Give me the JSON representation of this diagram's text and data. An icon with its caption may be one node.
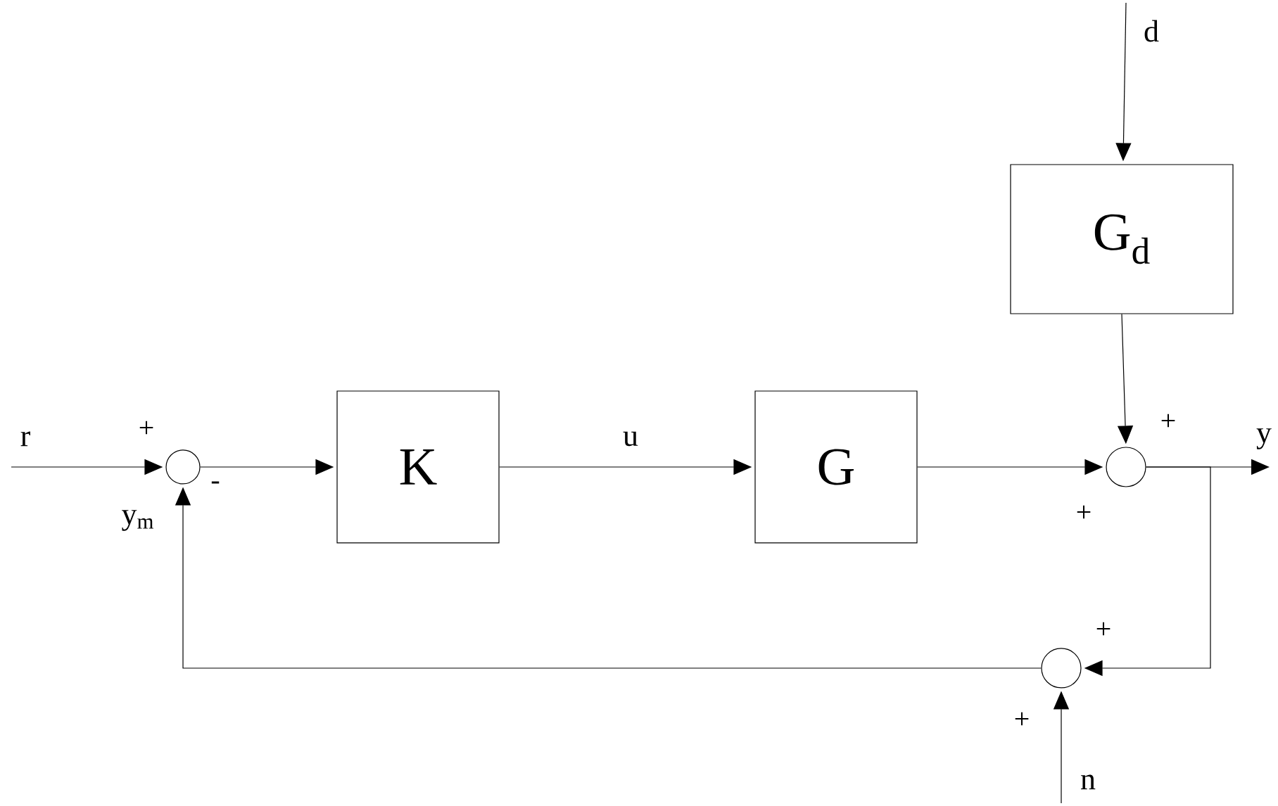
{
  "diagram": {
    "nodes": [
      {
        "text": [
          "K"
        ]
      },
      {
        "text": [
          "G"
        ]
      },
      {
        "text": [
          "G$_{d}$"
        ]
      },
      {
        "text": [],
        "shape": "circle"
      },
      {
        "text": [],
        "shape": "circle"
      },
      {
        "text": [],
        "shape": "circle"
      }
    ],
    "edges": [
      {
        "from": null,
        "to": 3,
        "arrow": "to",
        "label": "r"
      },
      {
        "from": 3,
        "to": 0,
        "arrow": "to"
      },
      {
        "from": 0,
        "to": 1,
        "arrow": "to",
        "label": "u"
      },
      {
        "from": 1,
        "to": 4,
        "arrow": "to"
      },
      {
        "from": null,
        "to": 2,
        "arrow": "to",
        "label": "d"
      },
      {
        "from": 2,
        "to": 4,
        "arrow": "to"
      },
      {
        "from": 4,
        "to": null,
        "arrow": "to",
        "label": "y"
      },
      {
        "from": 4,
        "to": 5,
        "arrow": "to"
      },
      {
        "from": null,
        "to": 5,
        "arrow": "to",
        "label": "n"
      },
      {
        "from": 5,
        "to": 3,
        "arrow": "to",
        "label": "y$_{m}$"
      }
    ],
    "labels": [
      "+",
      "-",
      "+",
      "+",
      "+",
      "+"
    ]
  }
}
